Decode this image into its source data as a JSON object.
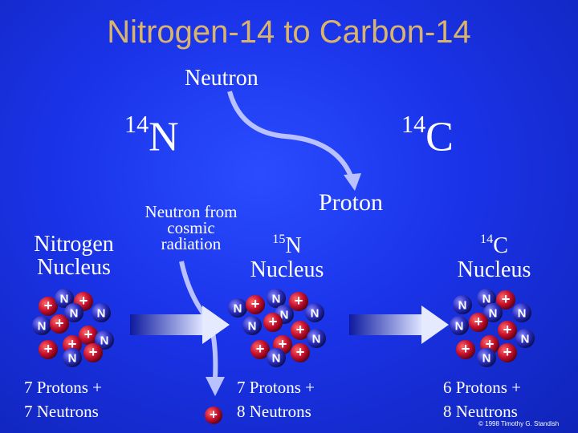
{
  "title": "Nitrogen-14 to Carbon-14",
  "top": {
    "neutron": "Neutron",
    "proton": "Proton",
    "n_mass": "14",
    "n_symbol": "N",
    "c_mass": "14",
    "c_symbol": "C"
  },
  "left": {
    "line1": "Nitrogen",
    "line2": "Nucleus",
    "caption1": "7 Protons +",
    "caption2": "7 Neutrons"
  },
  "cosmic": {
    "line1": "Neutron from",
    "line2": "cosmic",
    "line3": "radiation"
  },
  "middle": {
    "mass": "15",
    "symbol": "N",
    "line2": "Nucleus",
    "caption1": "7 Protons +",
    "caption2": "8 Neutrons"
  },
  "right": {
    "mass": "14",
    "symbol": "C",
    "line2": "Nucleus",
    "caption1": "6 Protons +",
    "caption2": "8 Neutrons"
  },
  "symbols": {
    "proton": "+",
    "neutron": "N"
  },
  "credit": "© 1998 Timothy G. Standish",
  "colors": {
    "proton": "#c8102e",
    "neutron": "#2b2fc0",
    "title": "#d9b46a",
    "arrow": "#b9c2ff"
  }
}
